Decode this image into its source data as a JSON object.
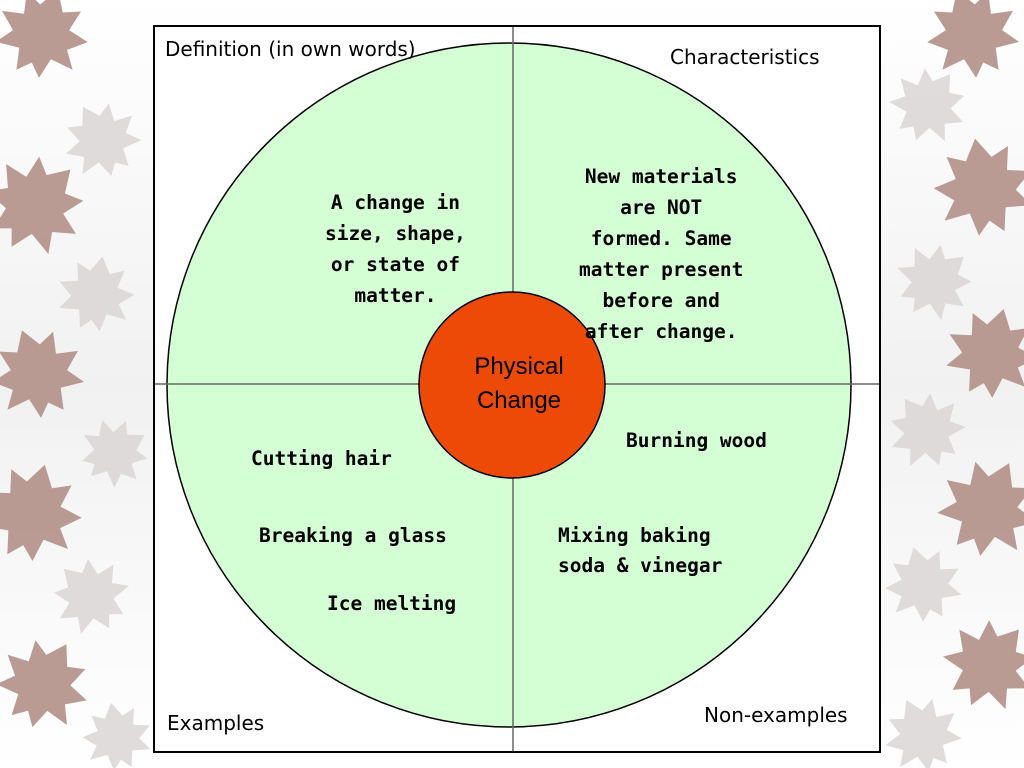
{
  "colors": {
    "background": "#ffffff",
    "leaf_brown": "#b39088",
    "leaf_grey": "#d7d3d2",
    "circle_fill": "#d4fed4",
    "center_fill": "#ec4a06",
    "divider": "#666666",
    "text": "#000000"
  },
  "icons": {
    "background_decoration": "leaf-icon"
  },
  "frayer": {
    "corner_labels": {
      "definition": "Definition (in own words)",
      "characteristics": "Characteristics",
      "examples": "Examples",
      "non_examples": "Non-examples"
    },
    "center_term": {
      "line1": "Physical",
      "line2": "Change"
    },
    "definition_lines": [
      "A change in",
      "size, shape,",
      "or state of",
      "matter."
    ],
    "characteristics_lines": [
      "New materials",
      "are NOT",
      "formed.  Same",
      "matter present",
      "before and",
      "after change."
    ],
    "examples": [
      "Cutting hair",
      "Breaking a glass",
      "Ice melting"
    ],
    "non_examples": [
      "Burning wood",
      "Mixing baking",
      "soda & vinegar"
    ]
  }
}
